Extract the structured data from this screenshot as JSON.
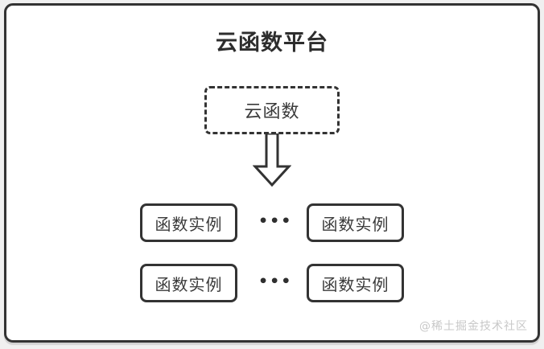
{
  "diagram": {
    "title": "云函数平台",
    "root_node": {
      "label": "云函数"
    },
    "instance_rows": [
      {
        "left": "函数实例",
        "dots": "•••",
        "right": "函数实例"
      },
      {
        "left": "函数实例",
        "dots": "•••",
        "right": "函数实例"
      }
    ],
    "watermark": "@稀土掘金技术社区",
    "colors": {
      "border": "#333333",
      "title_text": "#2d2d2d",
      "node_text": "#3a3a3a",
      "panel_background": "#ffffff",
      "page_background": "#f0f0f0",
      "watermark_text": "#c8c8c8"
    }
  }
}
